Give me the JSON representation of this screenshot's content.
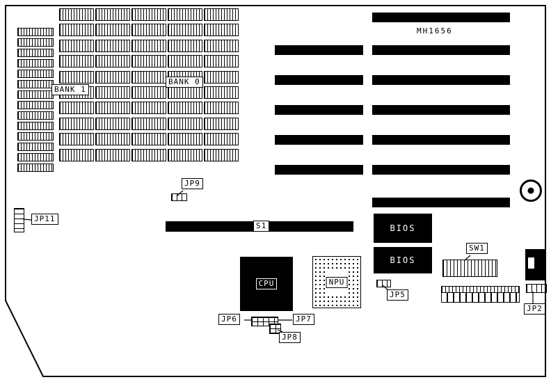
{
  "diagram": {
    "part_number": "MH1656",
    "bank1_label": "BANK 1",
    "bank0_label": "BANK 0",
    "s1_label": "S1",
    "bios_label": "BIOS",
    "cpu_label": "CPU",
    "npu_label": "NPU",
    "sw1_label": "SW1",
    "jp9_label": "JP9",
    "jp11_label": "JP11",
    "jp5_label": "JP5",
    "jp2_label": "JP2",
    "jp6_label": "JP6",
    "jp7_label": "JP7",
    "jp8_label": "JP8"
  }
}
